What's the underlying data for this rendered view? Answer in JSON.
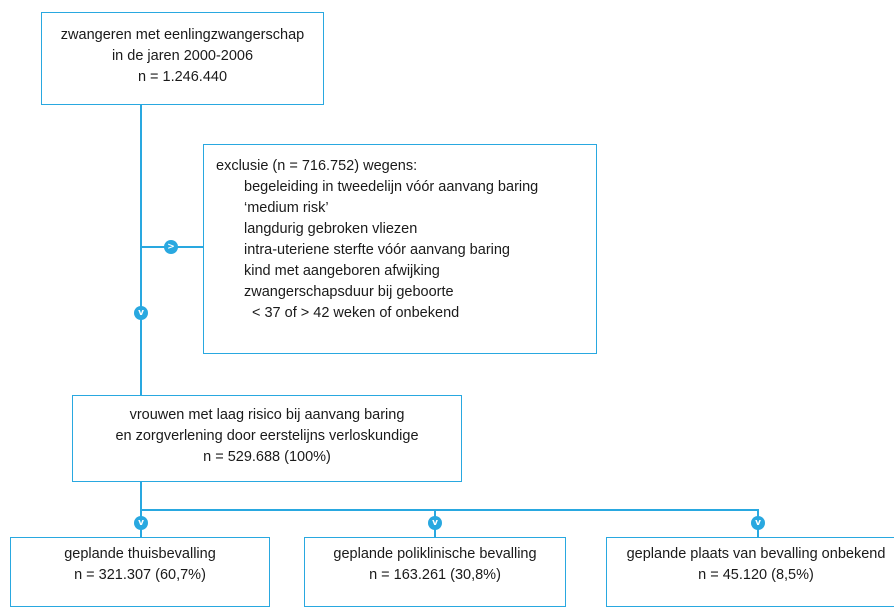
{
  "colors": {
    "accent": "#29a8e0",
    "text": "#1a1a1a",
    "background": "#ffffff"
  },
  "icons": {
    "arrow_right": "chevron-right-icon",
    "arrow_down": "chevron-down-icon"
  },
  "marker_glyphs": {
    "right": ">",
    "down": "v"
  },
  "top_box": {
    "line1": "zwangeren met eenlingzwangerschap",
    "line2": "in de jaren 2000-2006",
    "line3": "n = 1.246.440"
  },
  "exclusion_box": {
    "heading": "exclusie (n = 716.752) wegens:",
    "reasons": [
      "begeleiding in tweedelijn vóór aanvang baring",
      "‘medium risk’",
      "langdurig gebroken vliezen",
      "intra-uteriene sterfte vóór aanvang baring",
      "kind met aangeboren afwijking",
      "zwangerschapsduur bij geboorte"
    ],
    "reason_continuation": "< 37 of > 42 weken of onbekend"
  },
  "middle_box": {
    "line1": "vrouwen met laag risico bij aanvang baring",
    "line2": "en zorgverlening door eerstelijns verloskundige",
    "line3": "n = 529.688 (100%)"
  },
  "bottom_boxes": [
    {
      "title": "geplande thuisbevalling",
      "count": "n = 321.307 (60,7%)"
    },
    {
      "title": "geplande poliklinische bevalling",
      "count": "n = 163.261 (30,8%)"
    },
    {
      "title": "geplande plaats van bevalling onbekend",
      "count": "n = 45.120 (8,5%)"
    }
  ]
}
